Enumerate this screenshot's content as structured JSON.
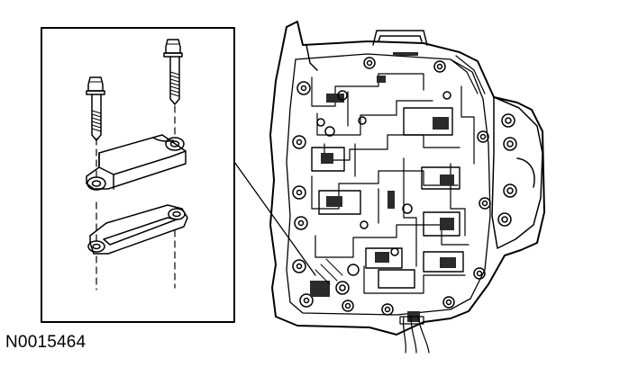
{
  "figure": {
    "id_label": "N0015464"
  },
  "detail": {
    "parts": [
      "bolt",
      "bolt",
      "bracket",
      "gasket"
    ]
  },
  "main_view": {
    "subject": "valve-body-assembly"
  },
  "colors": {
    "line": "#000000",
    "background": "#ffffff",
    "shade": "#2b2b2b"
  }
}
